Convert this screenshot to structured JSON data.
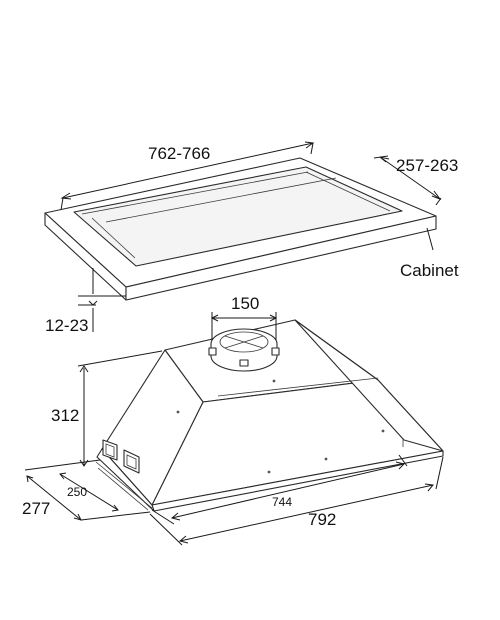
{
  "labels": {
    "cabinet_length": "762-766",
    "cabinet_depth": "257-263",
    "cabinet": "Cabinet",
    "thickness": "12-23",
    "duct_diameter": "150",
    "height": "312",
    "depth_outer": "277",
    "depth_inner": "250",
    "width_inner": "744",
    "width_outer": "792"
  },
  "colors": {
    "line": "#2b2b2b",
    "text": "#111111"
  }
}
